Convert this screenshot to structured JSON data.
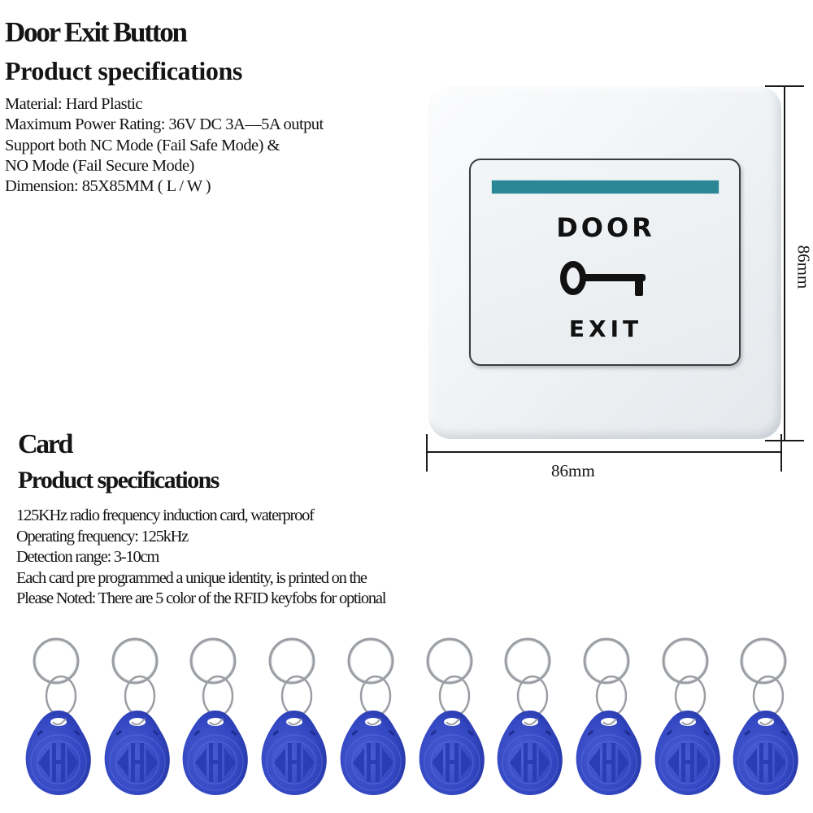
{
  "door_exit_button": {
    "title": "Door Exit Button",
    "subtitle": "Product specifications",
    "specs": [
      "Material: Hard Plastic",
      "Maximum Power Rating: 36V DC 3A—5A output",
      "Support both NC Mode (Fail Safe Mode) &",
      "NO Mode (Fail Secure Mode)",
      "Dimension:  85X85MM ( L / W  )"
    ]
  },
  "switch_image": {
    "top_label": "DOOR",
    "bottom_label": "EXIT",
    "icon": "key-icon",
    "indicator_color": "#2b8796",
    "width_label": "86mm",
    "height_label": "86mm"
  },
  "card": {
    "title": "Card",
    "subtitle": "Product specifications",
    "specs": [
      "125KHz radio frequency induction card, waterproof",
      "Operating frequency: 125kHz",
      "Detection range: 3-10cm",
      "Each card pre programmed a unique identity, is printed on the",
      "Please Noted: There are 5 color of the RFID keyfobs for optional"
    ]
  },
  "keyfobs": {
    "count": 10,
    "color": "#3347c2",
    "icon": "rfid-keyfob-icon"
  }
}
